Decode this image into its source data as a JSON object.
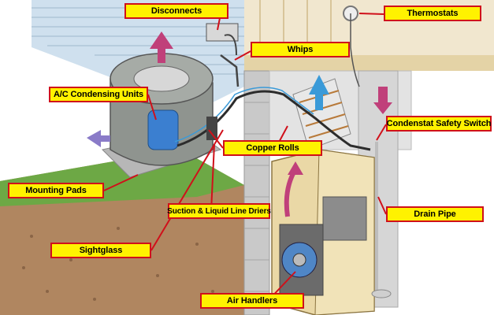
{
  "labels": {
    "disconnects": "Disconnects",
    "thermostats": "Thermostats",
    "whips": "Whips",
    "ac_condensing_units": "A/C Condensing Units",
    "condensate_safety_switch": "Condenstat Safety Switch",
    "copper_rolls": "Copper Rolls",
    "mounting_pads": "Mounting Pads",
    "suction_liquid_line_driers": "Suction & Liquid Line Driers",
    "drain_pipe": "Drain Pipe",
    "sightglass": "Sightglass",
    "air_handlers": "Air Handlers"
  },
  "colors": {
    "callout_fill": "#fff200",
    "callout_border": "#d0101a",
    "leader_line": "#d0101a",
    "airflow_warm": "#c0407a",
    "airflow_cool": "#3a9ad8"
  }
}
